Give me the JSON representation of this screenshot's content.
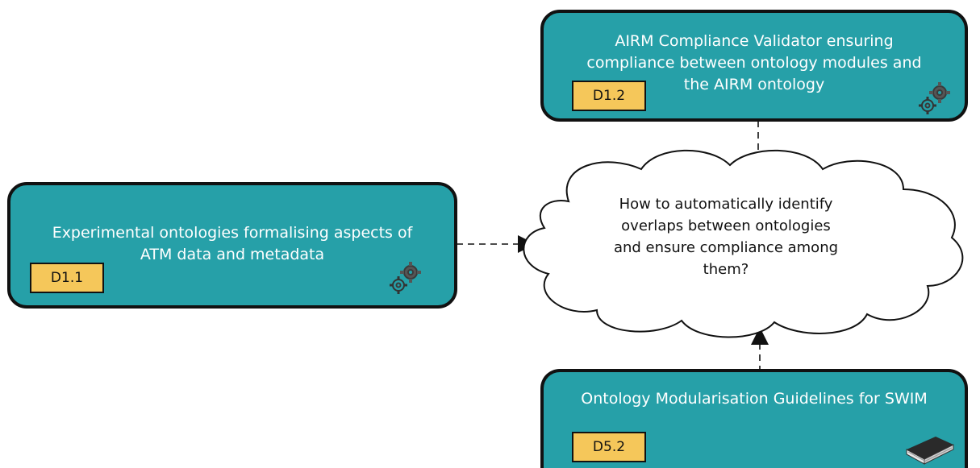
{
  "colors": {
    "box_fill": "#26A0A8",
    "box_border": "#111111",
    "badge_fill": "#F5C75A",
    "text_light": "#FFFFFF",
    "text_dark": "#111111"
  },
  "nodes": {
    "d12": {
      "text": "AIRM Compliance Validator ensuring\ncompliance  between ontology modules and\nthe AIRM ontology",
      "badge": "D1.2",
      "icon": "gears-icon"
    },
    "d11": {
      "text": "Experimental ontologies formalising aspects of\nATM data and metadata",
      "badge": "D1.1",
      "icon": "gears-icon"
    },
    "d52": {
      "text": "Ontology Modularisation Guidelines for SWIM",
      "badge": "D5.2",
      "icon": "book-icon"
    }
  },
  "question": {
    "text": "How to automatically identify\noverlaps between ontologies\nand ensure compliance among\nthem?"
  }
}
